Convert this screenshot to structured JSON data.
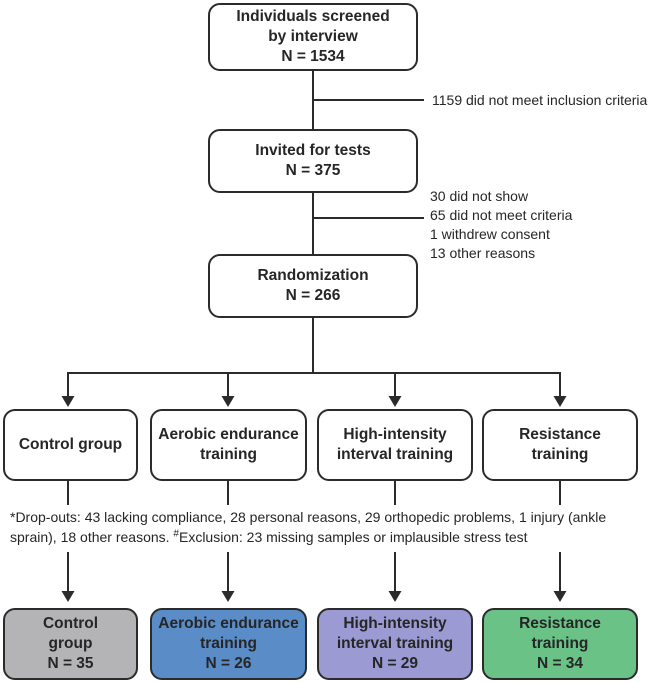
{
  "flow": {
    "screened": {
      "label": "Individuals screened\nby interview\nN = 1534"
    },
    "invited": {
      "label": "Invited for tests\nN = 375"
    },
    "randomization": {
      "label": "Randomization\nN = 266"
    },
    "arms": [
      {
        "id": "control",
        "label": "Control group"
      },
      {
        "id": "aerobic",
        "label": "Aerobic endurance\ntraining"
      },
      {
        "id": "hiit",
        "label": "High-intensity\ninterval training"
      },
      {
        "id": "resistance",
        "label": "Resistance\ntraining"
      }
    ],
    "final": [
      {
        "id": "control",
        "label": "Control\ngroup\nN = 35",
        "color": "#b4b4b7"
      },
      {
        "id": "aerobic",
        "label": "Aerobic endurance\ntraining\nN = 26",
        "color": "#5a8cc8"
      },
      {
        "id": "hiit",
        "label": "High-intensity\ninterval training\nN = 29",
        "color": "#9b9ad2"
      },
      {
        "id": "resistance",
        "label": "Resistance\ntraining\nN = 34",
        "color": "#6ac287"
      }
    ]
  },
  "annotations": {
    "screen_exclusion": "1159 did not meet inclusion criteria",
    "test_exclusions": "30 did not show\n65 did not meet criteria\n1 withdrew consent\n13 other reasons",
    "dropout_line1": "*Drop-outs: 43 lacking compliance, 28 personal reasons, 29 orthopedic problems, 1 injury (ankle",
    "dropout_line2_pre": "sprain), 18 other reasons. ",
    "dropout_line2_sup": "#",
    "dropout_line2_post": "Exclusion: 23 missing samples or implausible stress test"
  }
}
